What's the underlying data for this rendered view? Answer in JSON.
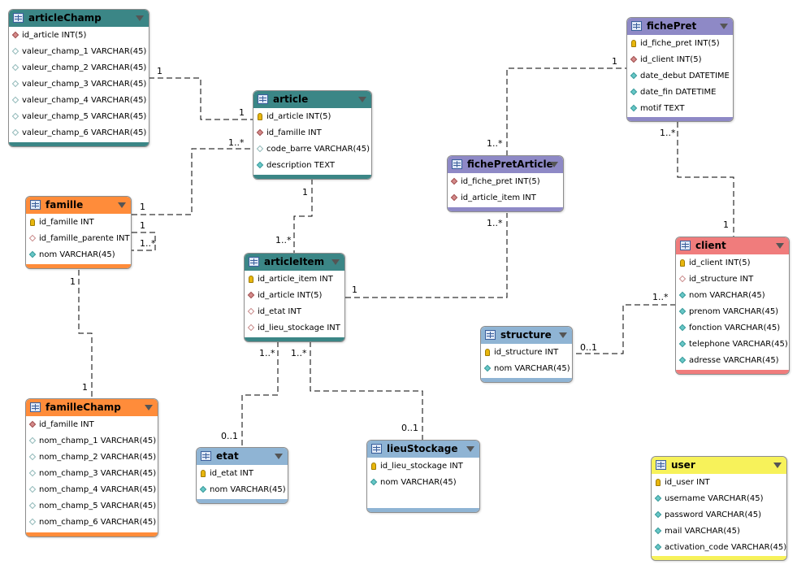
{
  "colors": {
    "teal": "#3b8686",
    "orange": "#ff8c3a",
    "purple": "#8e89c6",
    "red": "#f07c7c",
    "blue": "#8fb4d4",
    "yellow": "#f7f25a"
  },
  "tables": [
    {
      "id": "articleChamp",
      "name": "articleChamp",
      "color": "#3b8686",
      "columns": [
        {
          "text": "id_article INT(5)",
          "kind": "fk"
        },
        {
          "text": "valeur_champ_1 VARCHAR(45)",
          "kind": "nul"
        },
        {
          "text": "valeur_champ_2 VARCHAR(45)",
          "kind": "nul"
        },
        {
          "text": "valeur_champ_3 VARCHAR(45)",
          "kind": "nul"
        },
        {
          "text": "valeur_champ_4 VARCHAR(45)",
          "kind": "nul"
        },
        {
          "text": "valeur_champ_5 VARCHAR(45)",
          "kind": "nul"
        },
        {
          "text": "valeur_champ_6 VARCHAR(45)",
          "kind": "nul"
        }
      ]
    },
    {
      "id": "article",
      "name": "article",
      "color": "#3b8686",
      "columns": [
        {
          "text": "id_article INT(5)",
          "kind": "pk"
        },
        {
          "text": "id_famille INT",
          "kind": "fk"
        },
        {
          "text": "code_barre VARCHAR(45)",
          "kind": "nul"
        },
        {
          "text": "description TEXT",
          "kind": "nn"
        }
      ]
    },
    {
      "id": "famille",
      "name": "famille",
      "color": "#ff8c3a",
      "columns": [
        {
          "text": "id_famille INT",
          "kind": "pk"
        },
        {
          "text": "id_famille_parente INT",
          "kind": "fknul"
        },
        {
          "text": "nom VARCHAR(45)",
          "kind": "nn"
        }
      ]
    },
    {
      "id": "articleItem",
      "name": "articleItem",
      "color": "#3b8686",
      "columns": [
        {
          "text": "id_article_item INT",
          "kind": "pk"
        },
        {
          "text": "id_article INT(5)",
          "kind": "fk"
        },
        {
          "text": "id_etat INT",
          "kind": "fknul"
        },
        {
          "text": "id_lieu_stockage INT",
          "kind": "fknul"
        }
      ]
    },
    {
      "id": "familleChamp",
      "name": "familleChamp",
      "color": "#ff8c3a",
      "columns": [
        {
          "text": "id_famille INT",
          "kind": "fk"
        },
        {
          "text": "nom_champ_1 VARCHAR(45)",
          "kind": "nul"
        },
        {
          "text": "nom_champ_2 VARCHAR(45)",
          "kind": "nul"
        },
        {
          "text": "nom_champ_3 VARCHAR(45)",
          "kind": "nul"
        },
        {
          "text": "nom_champ_4 VARCHAR(45)",
          "kind": "nul"
        },
        {
          "text": "nom_champ_5 VARCHAR(45)",
          "kind": "nul"
        },
        {
          "text": "nom_champ_6 VARCHAR(45)",
          "kind": "nul"
        }
      ]
    },
    {
      "id": "etat",
      "name": "etat",
      "color": "#8fb4d4",
      "columns": [
        {
          "text": "id_etat INT",
          "kind": "pk"
        },
        {
          "text": "nom VARCHAR(45)",
          "kind": "nn"
        }
      ]
    },
    {
      "id": "lieuStockage",
      "name": "lieuStockage",
      "color": "#8fb4d4",
      "columns": [
        {
          "text": "id_lieu_stockage INT",
          "kind": "pk"
        },
        {
          "text": "nom VARCHAR(45)",
          "kind": "nn"
        }
      ]
    },
    {
      "id": "ficheStub",
      "name": "fichePret",
      "color": "#8e89c6",
      "columns": [
        {
          "text": "id_fiche_pret INT(5)",
          "kind": "pk"
        },
        {
          "text": "id_client INT(5)",
          "kind": "fk"
        },
        {
          "text": "date_debut DATETIME",
          "kind": "nn"
        },
        {
          "text": "date_fin DATETIME",
          "kind": "nn"
        },
        {
          "text": "motif TEXT",
          "kind": "nn"
        }
      ]
    },
    {
      "id": "fichePretArticle",
      "name": "fichePretArticle",
      "color": "#8e89c6",
      "columns": [
        {
          "text": "id_fiche_pret INT(5)",
          "kind": "fk"
        },
        {
          "text": "id_article_item INT",
          "kind": "fk"
        }
      ]
    },
    {
      "id": "client",
      "name": "client",
      "color": "#f07c7c",
      "columns": [
        {
          "text": "id_client INT(5)",
          "kind": "pk"
        },
        {
          "text": "id_structure INT",
          "kind": "fknul"
        },
        {
          "text": "nom VARCHAR(45)",
          "kind": "nn"
        },
        {
          "text": "prenom VARCHAR(45)",
          "kind": "nn"
        },
        {
          "text": "fonction VARCHAR(45)",
          "kind": "nn"
        },
        {
          "text": "telephone VARCHAR(45)",
          "kind": "nn"
        },
        {
          "text": "adresse VARCHAR(45)",
          "kind": "nn"
        }
      ]
    },
    {
      "id": "structure",
      "name": "structure",
      "color": "#8fb4d4",
      "columns": [
        {
          "text": "id_structure INT",
          "kind": "pk"
        },
        {
          "text": "nom VARCHAR(45)",
          "kind": "nn"
        }
      ]
    },
    {
      "id": "user",
      "name": "user",
      "color": "#f7f25a",
      "columns": [
        {
          "text": "id_user INT",
          "kind": "pk"
        },
        {
          "text": "username VARCHAR(45)",
          "kind": "nn"
        },
        {
          "text": "password VARCHAR(45)",
          "kind": "nn"
        },
        {
          "text": "mail VARCHAR(45)",
          "kind": "nn"
        },
        {
          "text": "activation_code VARCHAR(45)",
          "kind": "nn"
        }
      ]
    }
  ],
  "cardinalities": {
    "articleChamp_side": "1",
    "article_champ_side": "1",
    "article_famille_side": "1..*",
    "famille_article_side": "1",
    "article_item_top": "1",
    "articleItem_article_side": "1..*",
    "famille_self_a": "1",
    "famille_self_b": "1..*",
    "famille_champ_top": "1",
    "familleChamp_side": "1",
    "articleItem_etat_side": "1..*",
    "etat_side": "0..1",
    "articleItem_lieu_side": "1..*",
    "lieu_side": "0..1",
    "articleItem_fpa_side": "1",
    "fpa_item_side": "1..*",
    "fpa_fiche_side": "1..*",
    "fiche_fpa_side": "1",
    "fiche_client_side": "1..*",
    "client_fiche_side": "1",
    "client_structure_side": "1..*",
    "structure_client_side": "0..1"
  }
}
